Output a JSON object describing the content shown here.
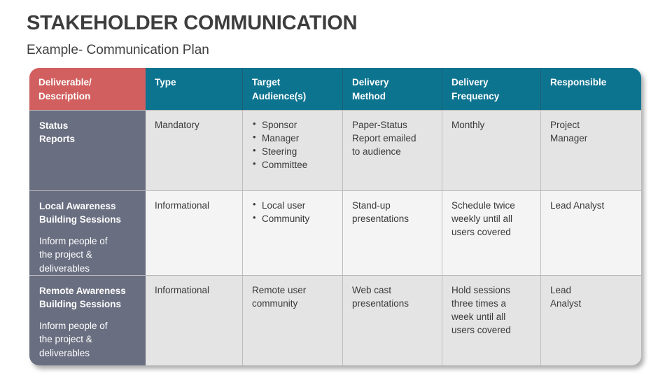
{
  "slide": {
    "title": "STAKEHOLDER COMMUNICATION",
    "subtitle": "Example- Communication Plan"
  },
  "colors": {
    "header_teal": "#0d7490",
    "header_red": "#d25f5f",
    "first_column_slate": "#696e80",
    "row_shade_a": "#e4e4e4",
    "row_shade_b": "#f4f4f4",
    "text_dark": "#3a3a3a",
    "text_light": "#ffffff"
  },
  "table": {
    "headers": [
      "Deliverable/\nDescription",
      "Type",
      "Target\nAudience(s)",
      "Delivery\nMethod",
      "Delivery\nFrequency",
      "Responsible"
    ],
    "headers_flat": {
      "deliverable_line1": "Deliverable/",
      "deliverable_line2": "Description",
      "type": "Type",
      "target_line1": "Target",
      "target_line2": "Audience(s)",
      "method_line1": "Delivery",
      "method_line2": "Method",
      "frequency_line1": "Delivery",
      "frequency_line2": "Frequency",
      "responsible": "Responsible"
    },
    "rows": [
      {
        "deliverable_title": "Status\nReports",
        "deliverable_desc": "",
        "type": "Mandatory",
        "target_audience_bullets": [
          "Sponsor",
          "Manager",
          "Steering",
          "Committee"
        ],
        "target_audience_plain": "",
        "delivery_method": "Paper-Status\nReport emailed\nto audience",
        "delivery_frequency": "Monthly",
        "responsible": "Project\nManager"
      },
      {
        "deliverable_title": "Local Awareness\nBuilding Sessions",
        "deliverable_desc": "Inform people of\nthe project &\ndeliverables",
        "type": "Informational",
        "target_audience_bullets": [
          "Local user",
          "Community"
        ],
        "target_audience_plain": "",
        "delivery_method": "Stand-up\npresentations",
        "delivery_frequency": "Schedule twice\nweekly until all\nusers covered",
        "responsible": "Lead Analyst"
      },
      {
        "deliverable_title": "Remote Awareness\nBuilding Sessions",
        "deliverable_desc": "Inform people of\nthe project &\ndeliverables",
        "type": "Informational",
        "target_audience_bullets": [],
        "target_audience_plain": "Remote user\ncommunity",
        "delivery_method": "Web cast\npresentations",
        "delivery_frequency": "Hold sessions\nthree times a\nweek until all\nusers covered",
        "responsible": "Lead\nAnalyst"
      }
    ]
  }
}
